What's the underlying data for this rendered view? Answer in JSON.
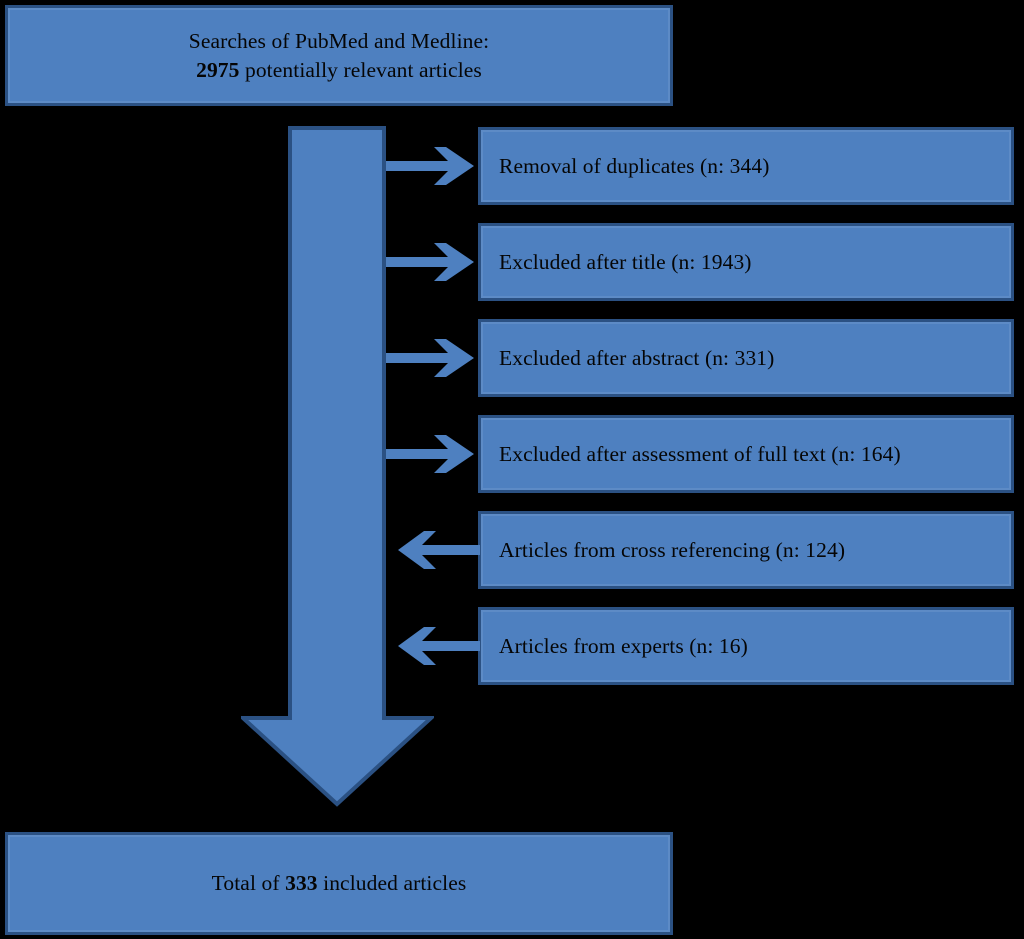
{
  "figure": {
    "type": "prisma-flow-diagram",
    "title_box": {
      "line1": "Searches of PubMed and Medline:",
      "line2_number": "2975",
      "line2_rest": " potentially relevant articles"
    },
    "result_box": {
      "prefix": "Total of ",
      "number": "333",
      "suffix": " included articles"
    },
    "steps": [
      {
        "label": "Removal of duplicates (n: 344)",
        "n": 344,
        "direction": "out"
      },
      {
        "label": "Excluded after title (n: 1943)",
        "n": 1943,
        "direction": "out"
      },
      {
        "label": "Excluded after abstract (n: 331)",
        "n": 331,
        "direction": "out"
      },
      {
        "label": "Excluded after assessment of full text (n: 164)",
        "n": 164,
        "direction": "out"
      },
      {
        "label": "Articles from cross referencing (n: 124)",
        "n": 124,
        "direction": "in"
      },
      {
        "label": "Articles from experts (n: 16)",
        "n": 16,
        "direction": "in"
      }
    ],
    "colors": {
      "box_fill": "#4e80c0",
      "box_border": "#2b5183",
      "box_inner_highlight": "#5d8bc6",
      "arrow_fill": "#4e80c0",
      "arrow_border": "#2b5183",
      "background": "#000000",
      "text": "#050505"
    },
    "icons": {
      "flow_arrow_down": "down-arrow-icon",
      "connector_right": "arrow-right-icon",
      "connector_left": "arrow-left-icon"
    }
  }
}
